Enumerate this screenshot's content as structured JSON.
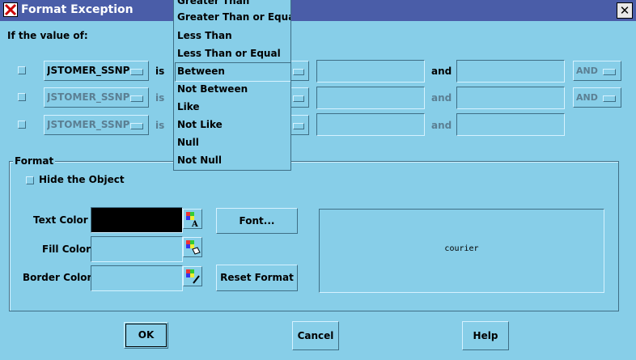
{
  "window": {
    "title": "Format Exception",
    "close_symbol": "✕"
  },
  "condition": {
    "header": "If the value of:",
    "rows": [
      {
        "field": "JSTOMER_SSNPe",
        "op_word": "is",
        "and_word": "and",
        "connector": "AND",
        "enabled": true
      },
      {
        "field": "JSTOMER_SSNPe",
        "op_word": "is",
        "and_word": "and",
        "connector": "AND",
        "enabled": false
      },
      {
        "field": "JSTOMER_SSNPe",
        "op_word": "is",
        "and_word": "and",
        "connector": "",
        "enabled": false
      }
    ]
  },
  "operator_dropdown": {
    "items": [
      "Greater Than",
      "Greater Than or Equal",
      "Less Than",
      "Less Than or Equal",
      "Between",
      "Not Between",
      "Like",
      "Not Like",
      "Null",
      "Not Null"
    ],
    "selected": "Between"
  },
  "format": {
    "group_label": "Format",
    "hide_label": "Hide the Object",
    "text_color_label": "Text Color",
    "fill_color_label": "Fill Color",
    "border_color_label": "Border Color",
    "text_color_value": "#000000",
    "font_button": "Font...",
    "reset_button": "Reset Format",
    "preview_text": "courier"
  },
  "footer": {
    "ok": "OK",
    "cancel": "Cancel",
    "help": "Help"
  }
}
